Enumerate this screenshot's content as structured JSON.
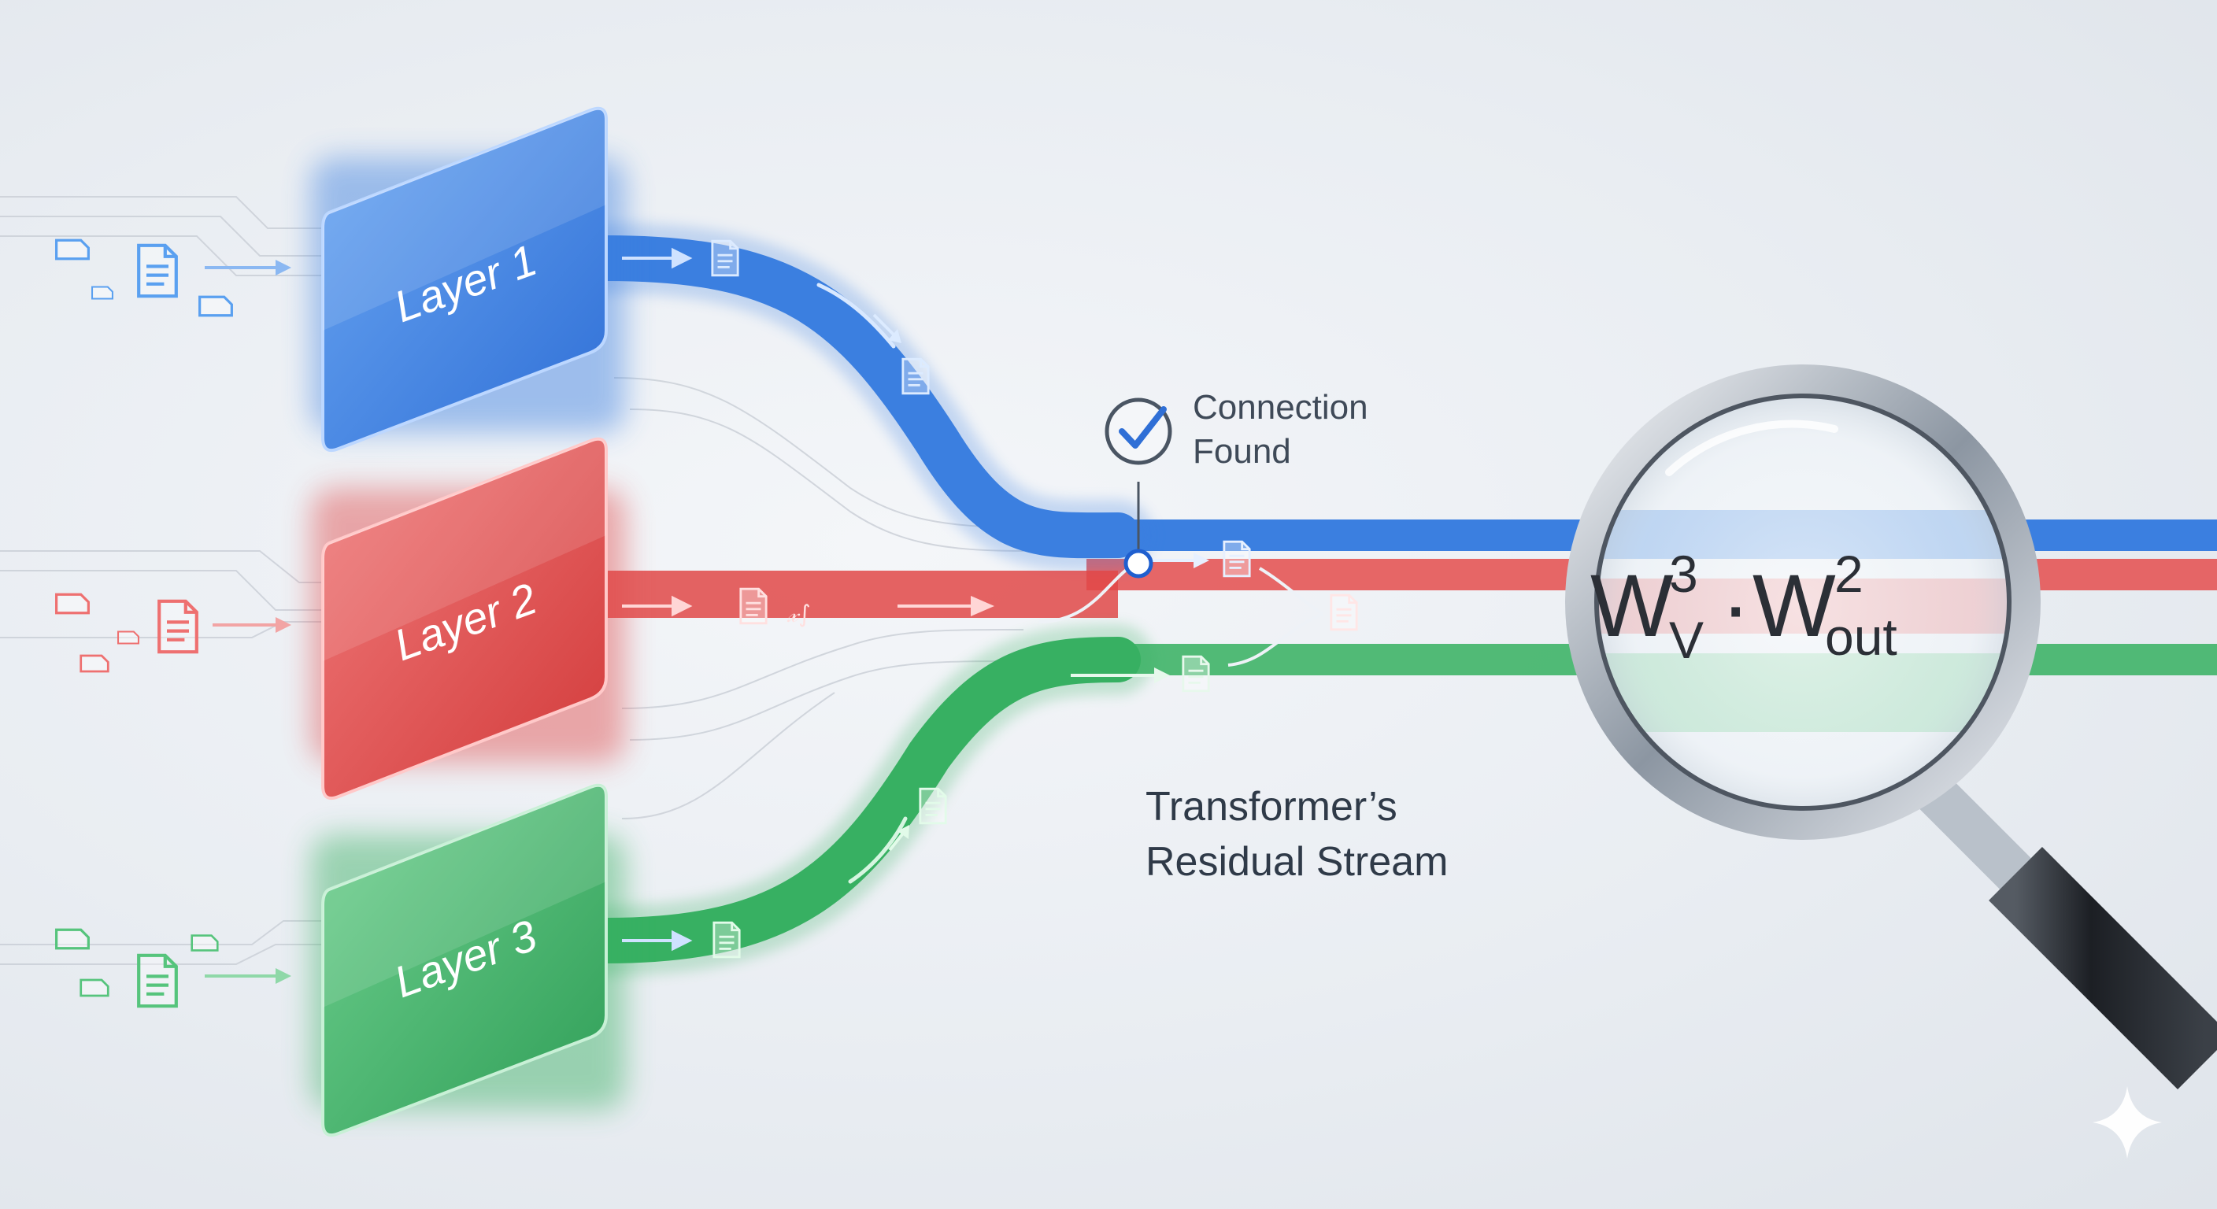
{
  "layers": [
    {
      "label": "Layer 1",
      "color": "#3b7fe0"
    },
    {
      "label": "Layer 2",
      "color": "#e04848"
    },
    {
      "label": "Layer 3",
      "color": "#37b062"
    }
  ],
  "callout": {
    "line1": "Connection",
    "line2": "Found"
  },
  "stream_label": {
    "line1": "Transformer’s",
    "line2": "Residual Stream"
  },
  "formula": {
    "w1": "W",
    "w1_sup": "3",
    "w1_sub": "V",
    "dot": "·",
    "w2": "W",
    "w2_sup": "2",
    "w2_sub": "out"
  },
  "icons": [
    "document-icon",
    "checkmark-icon",
    "magnifier-icon",
    "sparkle-icon",
    "arrow-icon"
  ]
}
